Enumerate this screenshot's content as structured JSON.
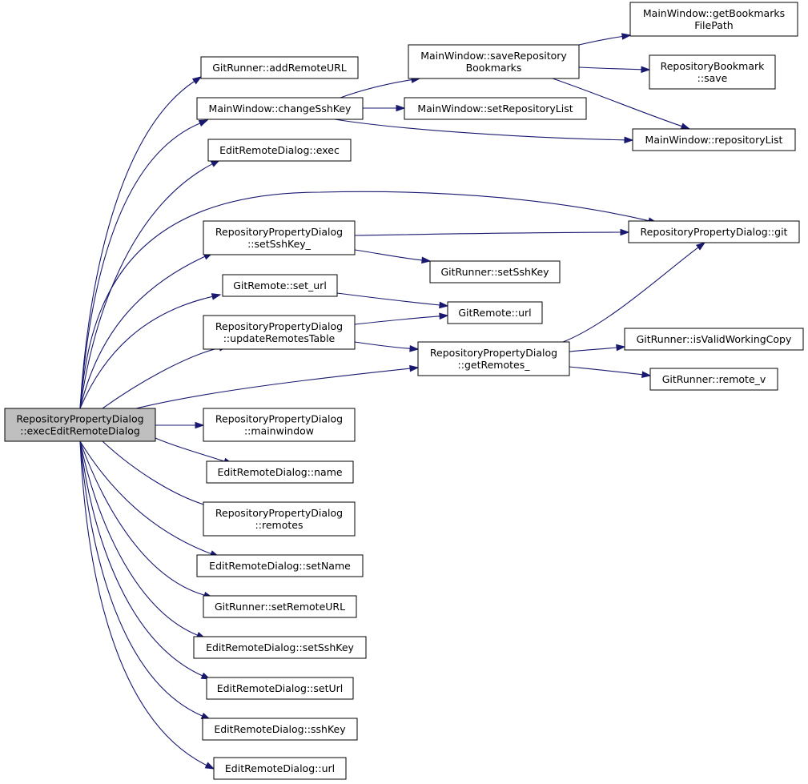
{
  "colors": {
    "edge": "#191970",
    "root_fill": "#bfbfbf",
    "node_fill": "#ffffff",
    "border": "#000000"
  },
  "nodes": [
    {
      "id": "root",
      "lines": [
        "RepositoryPropertyDialog",
        "::execEditRemoteDialog"
      ],
      "highlighted": true
    },
    {
      "id": "addRemoteURL",
      "lines": [
        "GitRunner::addRemoteURL"
      ]
    },
    {
      "id": "changeSshKey",
      "lines": [
        "MainWindow::changeSshKey"
      ]
    },
    {
      "id": "exec",
      "lines": [
        "EditRemoteDialog::exec"
      ]
    },
    {
      "id": "setSshKey_",
      "lines": [
        "RepositoryPropertyDialog",
        "::setSshKey_"
      ]
    },
    {
      "id": "set_url",
      "lines": [
        "GitRemote::set_url"
      ]
    },
    {
      "id": "updateRemotesTable",
      "lines": [
        "RepositoryPropertyDialog",
        "::updateRemotesTable"
      ]
    },
    {
      "id": "mainwindow",
      "lines": [
        "RepositoryPropertyDialog",
        "::mainwindow"
      ]
    },
    {
      "id": "name",
      "lines": [
        "EditRemoteDialog::name"
      ]
    },
    {
      "id": "remotes",
      "lines": [
        "RepositoryPropertyDialog",
        "::remotes"
      ]
    },
    {
      "id": "setName",
      "lines": [
        "EditRemoteDialog::setName"
      ]
    },
    {
      "id": "setRemoteURL",
      "lines": [
        "GitRunner::setRemoteURL"
      ]
    },
    {
      "id": "erdSetSshKey",
      "lines": [
        "EditRemoteDialog::setSshKey"
      ]
    },
    {
      "id": "setUrl",
      "lines": [
        "EditRemoteDialog::setUrl"
      ]
    },
    {
      "id": "sshKey",
      "lines": [
        "EditRemoteDialog::sshKey"
      ]
    },
    {
      "id": "erdUrl",
      "lines": [
        "EditRemoteDialog::url"
      ]
    },
    {
      "id": "saveRepositoryBookmarks",
      "lines": [
        "MainWindow::saveRepository",
        "Bookmarks"
      ]
    },
    {
      "id": "setRepositoryList",
      "lines": [
        "MainWindow::setRepositoryList"
      ]
    },
    {
      "id": "grSetSshKey",
      "lines": [
        "GitRunner::setSshKey"
      ]
    },
    {
      "id": "grUrl",
      "lines": [
        "GitRemote::url"
      ]
    },
    {
      "id": "getRemotes_",
      "lines": [
        "RepositoryPropertyDialog",
        "::getRemotes_"
      ]
    },
    {
      "id": "getBookmarksFilePath",
      "lines": [
        "MainWindow::getBookmarks",
        "FilePath"
      ]
    },
    {
      "id": "bookmarkSave",
      "lines": [
        "RepositoryBookmark",
        "::save"
      ]
    },
    {
      "id": "repositoryList",
      "lines": [
        "MainWindow::repositoryList"
      ]
    },
    {
      "id": "git",
      "lines": [
        "RepositoryPropertyDialog::git"
      ]
    },
    {
      "id": "isValidWorkingCopy",
      "lines": [
        "GitRunner::isValidWorkingCopy"
      ]
    },
    {
      "id": "remote_v",
      "lines": [
        "GitRunner::remote_v"
      ]
    }
  ],
  "edges": [
    [
      "root",
      "addRemoteURL"
    ],
    [
      "root",
      "changeSshKey"
    ],
    [
      "root",
      "exec"
    ],
    [
      "root",
      "git"
    ],
    [
      "root",
      "setSshKey_"
    ],
    [
      "root",
      "set_url"
    ],
    [
      "root",
      "updateRemotesTable"
    ],
    [
      "root",
      "getRemotes_"
    ],
    [
      "root",
      "mainwindow"
    ],
    [
      "root",
      "name"
    ],
    [
      "root",
      "remotes"
    ],
    [
      "root",
      "setName"
    ],
    [
      "root",
      "setRemoteURL"
    ],
    [
      "root",
      "erdSetSshKey"
    ],
    [
      "root",
      "setUrl"
    ],
    [
      "root",
      "sshKey"
    ],
    [
      "root",
      "erdUrl"
    ],
    [
      "changeSshKey",
      "saveRepositoryBookmarks"
    ],
    [
      "changeSshKey",
      "setRepositoryList"
    ],
    [
      "changeSshKey",
      "repositoryList"
    ],
    [
      "saveRepositoryBookmarks",
      "getBookmarksFilePath"
    ],
    [
      "saveRepositoryBookmarks",
      "bookmarkSave"
    ],
    [
      "saveRepositoryBookmarks",
      "repositoryList"
    ],
    [
      "setSshKey_",
      "git"
    ],
    [
      "setSshKey_",
      "grSetSshKey"
    ],
    [
      "set_url",
      "grUrl"
    ],
    [
      "updateRemotesTable",
      "grUrl"
    ],
    [
      "updateRemotesTable",
      "getRemotes_"
    ],
    [
      "getRemotes_",
      "git"
    ],
    [
      "getRemotes_",
      "isValidWorkingCopy"
    ],
    [
      "getRemotes_",
      "remote_v"
    ]
  ]
}
